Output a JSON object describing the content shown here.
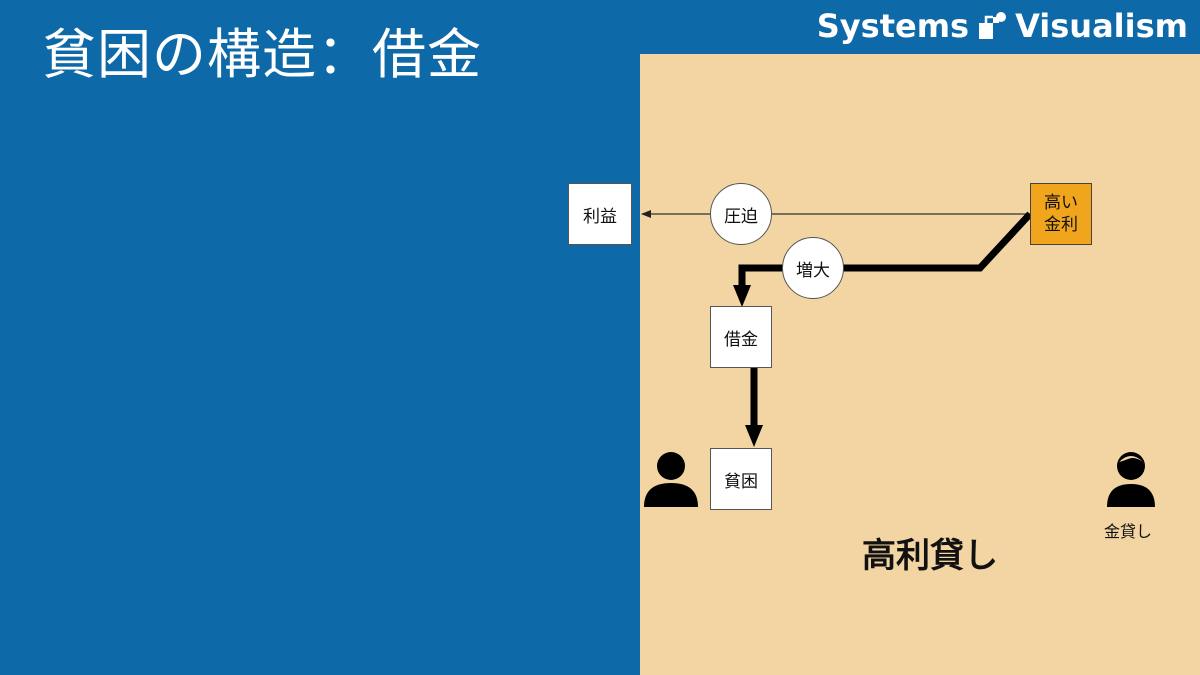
{
  "slide": {
    "title": "貧困の構造：借金",
    "brand": {
      "left": "Systems",
      "right": "Visualism"
    },
    "colors": {
      "background": "#0e69a8",
      "panel": "#f2d5a2",
      "accent_node": "#f0a51c"
    }
  },
  "diagram": {
    "nodes": {
      "profit": "利益",
      "high_interest": [
        "高い",
        "金利"
      ],
      "debt": "借金",
      "poverty": "貧困"
    },
    "links": {
      "pressure": "圧迫",
      "increase": "増大"
    },
    "panel_label": "高利貸し",
    "lender_label": "金貸し",
    "icons": {
      "borrower": "person-icon",
      "lender": "lender-person-icon"
    }
  }
}
